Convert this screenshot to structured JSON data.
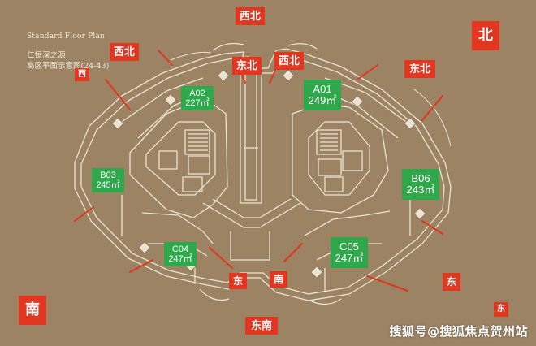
{
  "header": {
    "title_en": "Standard Floor Plan",
    "title_cn_1": "仁恒深之源",
    "title_cn_2": "高区平面示意图(24-43)"
  },
  "directions": {
    "nw_top": "西北",
    "nw_left": "西北",
    "w": "西",
    "ne_a": "东北",
    "nw_center": "西北",
    "ne_right": "东北",
    "n": "北",
    "s": "南",
    "e_bottom": "东",
    "s_center": "南",
    "e_right": "东",
    "se": "东南",
    "e_corner": "东"
  },
  "units": [
    {
      "code": "A02",
      "area": "227㎡"
    },
    {
      "code": "A01",
      "area": "249㎡"
    },
    {
      "code": "B03",
      "area": "245㎡"
    },
    {
      "code": "B06",
      "area": "243㎡"
    },
    {
      "code": "C04",
      "area": "247㎡"
    },
    {
      "code": "C05",
      "area": "247㎡"
    }
  ],
  "watermark": "搜狐号@搜狐焦点贺州站",
  "colors": {
    "background": "#9b8363",
    "label_red": "#e1361f",
    "unit_green": "#2ea84b",
    "wall": "#ece4d3"
  }
}
